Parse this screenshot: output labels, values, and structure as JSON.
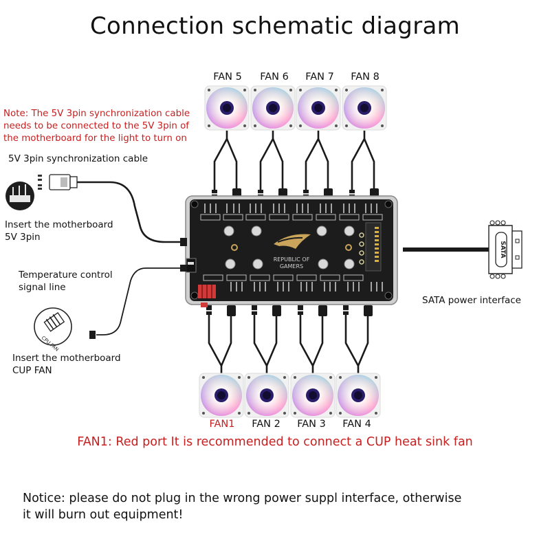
{
  "title": "Connection schematic diagram",
  "note": {
    "lines": [
      "Note: The 5V 3pin synchronization cable",
      "needs to be connected to the 5V 3pin of",
      "the motherboard for the light to turn on"
    ],
    "color": "#c81e1e"
  },
  "left_labels": {
    "sync_cable": "5V 3pin synchronization cable",
    "insert_5v_line1": "Insert the motherboard",
    "insert_5v_line2": "5V 3pin",
    "temp_line1": "Temperature control",
    "temp_line2": "signal line",
    "insert_cpu_line1": "Insert the motherboard",
    "insert_cpu_line2": "CUP FAN",
    "cpu_fan_badge": "CPU FAN"
  },
  "hub": {
    "logo_line1": "REPUBLIC OF",
    "logo_line2": "GAMERS"
  },
  "sata": {
    "connector_text": "SATA",
    "label": "SATA power interface"
  },
  "fans_top": [
    {
      "label": "FAN 5"
    },
    {
      "label": "FAN 6"
    },
    {
      "label": "FAN 7"
    },
    {
      "label": "FAN 8"
    }
  ],
  "fans_bottom": [
    {
      "label": "FAN1",
      "highlight": true
    },
    {
      "label": "FAN 2",
      "highlight": false
    },
    {
      "label": "FAN 3",
      "highlight": false
    },
    {
      "label": "FAN 4",
      "highlight": false
    }
  ],
  "fan1_note": "FAN1: Red port It is recommended to connect a CUP heat sink fan",
  "notice": {
    "line1": "Notice: please do not plug in the wrong power suppl interface, otherwise",
    "line2": "it will burn out equipment!"
  },
  "colors": {
    "accent_red": "#c81e1e",
    "cable": "#1a1a1a",
    "board": "#1c1c1c",
    "red_port": "#d23a3a"
  }
}
